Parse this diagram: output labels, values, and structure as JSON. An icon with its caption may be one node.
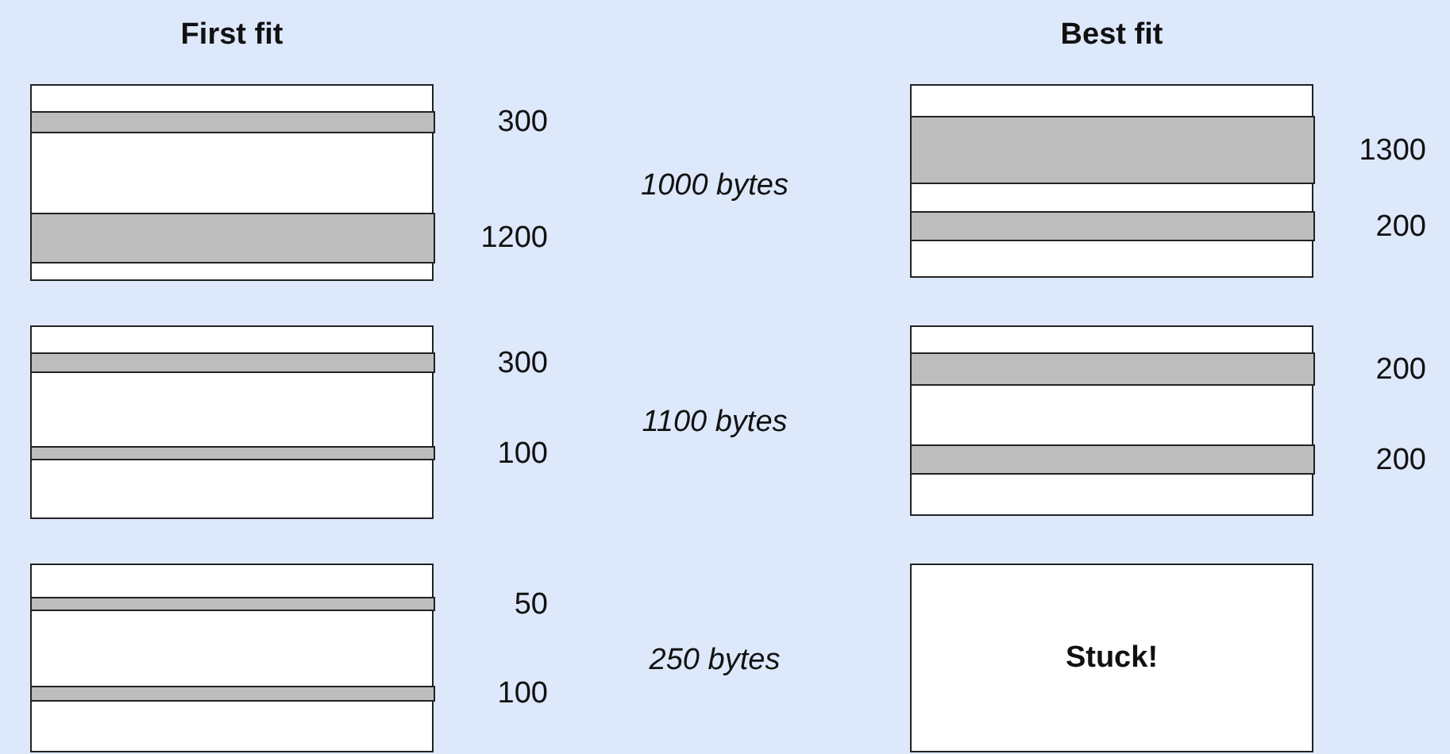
{
  "diagram": {
    "nodes": [
      {
        "text": [],
        "shape": "box"
      },
      {
        "text": [],
        "shape": "bar",
        "in": 0,
        "beside": [
          "300"
        ]
      },
      {
        "text": [],
        "shape": "bar",
        "in": 0,
        "beside": [
          "1200"
        ]
      },
      {
        "text": [],
        "shape": "box"
      },
      {
        "text": [],
        "shape": "bar",
        "in": 3,
        "beside": [
          "1300"
        ]
      },
      {
        "text": [],
        "shape": "bar",
        "in": 3,
        "beside": [
          "200"
        ]
      },
      {
        "text": [],
        "shape": "box"
      },
      {
        "text": [],
        "shape": "bar",
        "in": 6,
        "beside": [
          "300"
        ]
      },
      {
        "text": [],
        "shape": "bar",
        "in": 6,
        "beside": [
          "100"
        ]
      },
      {
        "text": [],
        "shape": "box"
      },
      {
        "text": [],
        "shape": "bar",
        "in": 9,
        "beside": [
          "200"
        ]
      },
      {
        "text": [],
        "shape": "bar",
        "in": 9,
        "beside": [
          "200"
        ]
      },
      {
        "text": [],
        "shape": "box"
      },
      {
        "text": [],
        "shape": "bar",
        "in": 12,
        "beside": [
          "50"
        ]
      },
      {
        "text": [],
        "shape": "bar",
        "in": 12,
        "beside": [
          "100"
        ]
      },
      {
        "text": [
          "Stuck!"
        ]
      }
    ],
    "labels": [
      "First fit",
      "Best fit",
      "1000 bytes",
      "1100 bytes",
      "250 bytes"
    ]
  }
}
